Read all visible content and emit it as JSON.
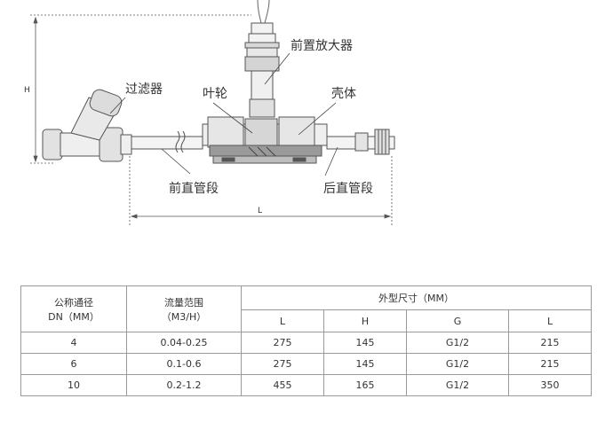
{
  "diagram": {
    "labels": {
      "preamp": "前置放大器",
      "filter": "过滤器",
      "impeller": "叶轮",
      "housing": "壳体",
      "front_pipe": "前直管段",
      "rear_pipe": "后直管段",
      "dim_h": "H",
      "dim_l": "L"
    }
  },
  "table": {
    "col_nominal_line1": "公称通径",
    "col_nominal_line2": "DN（MM）",
    "col_flow_line1": "流量范围",
    "col_flow_line2": "（M3/H）",
    "col_dims": "外型尺寸（MM）",
    "sub_headers": [
      "L",
      "H",
      "G",
      "L"
    ],
    "rows": [
      {
        "dn": "4",
        "flow": "0.04-0.25",
        "l": "275",
        "h": "145",
        "g": "G1/2",
        "l2": "215"
      },
      {
        "dn": "6",
        "flow": "0.1-0.6",
        "l": "275",
        "h": "145",
        "g": "G1/2",
        "l2": "215"
      },
      {
        "dn": "10",
        "flow": "0.2-1.2",
        "l": "455",
        "h": "165",
        "g": "G1/2",
        "l2": "350"
      }
    ]
  }
}
